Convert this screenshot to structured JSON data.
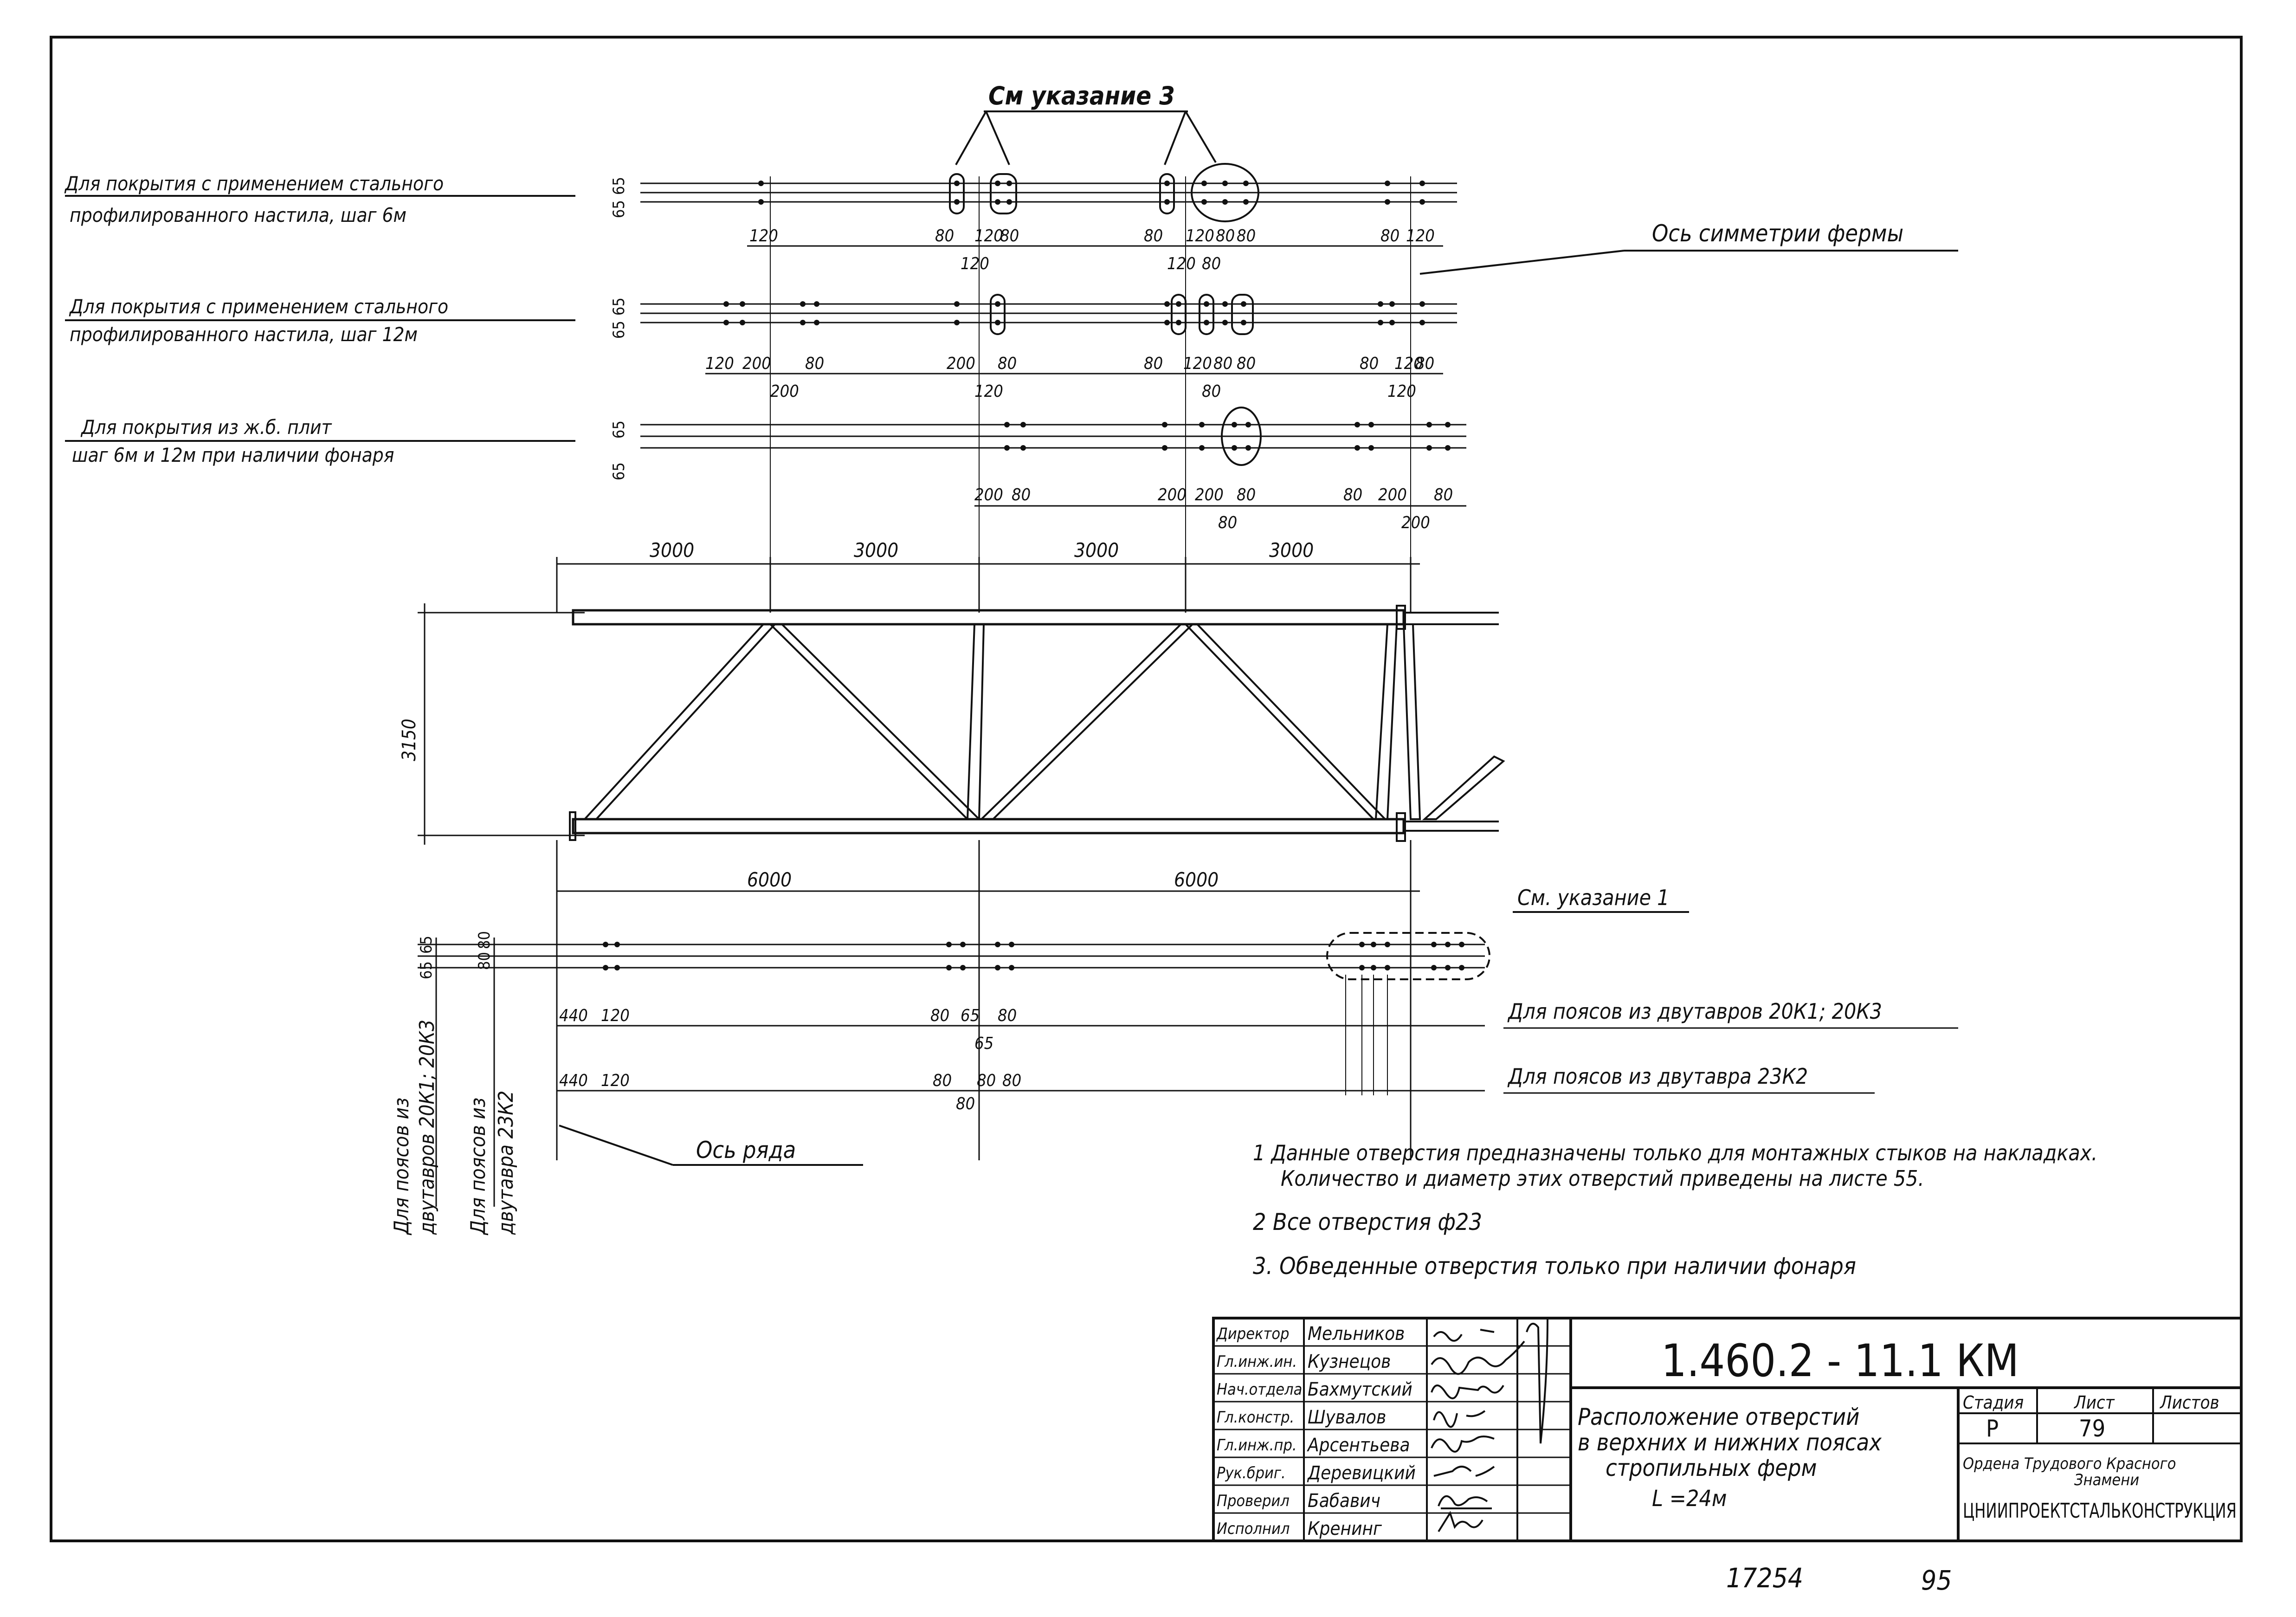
{
  "drawing": {
    "note_top_ref": "См указание 3",
    "symmetry_axis_label": "Ось симметрии фермы",
    "row_axis_label": "Ось ряда",
    "note_bottom_ref": "См. указание 1",
    "upper_rows": [
      {
        "label_line1": "Для покрытия с применением стального",
        "label_line2": "профилированного настила, шаг 6м",
        "dims": [
          "65",
          "65",
          "120",
          "80",
          "120",
          "80",
          "120",
          "80",
          "120",
          "80",
          "80",
          "120",
          "80",
          "80",
          "120"
        ]
      },
      {
        "label_line1": "Для покрытия с применением стального",
        "label_line2": "профилированного настила, шаг 12м",
        "dims": [
          "65",
          "65",
          "120",
          "200",
          "80",
          "200",
          "200",
          "80",
          "120",
          "80",
          "80",
          "120",
          "80",
          "80",
          "80",
          "120",
          "80",
          "120"
        ]
      },
      {
        "label_line1": "Для покрытия из ж.б. плит",
        "label_line2": "шаг 6м и 12м при наличии фонаря",
        "dims": [
          "65",
          "65",
          "200",
          "80",
          "200",
          "200",
          "80",
          "80",
          "80",
          "200",
          "80",
          "200"
        ]
      }
    ],
    "top_spans": [
      "3000",
      "3000",
      "3000",
      "3000"
    ],
    "height_dim": "3150",
    "bottom_spans": [
      "6000",
      "6000"
    ],
    "lower_rows": [
      {
        "label": "Для поясов из двутавров 20К1; 20К3",
        "dims": [
          "440",
          "120",
          "80",
          "65",
          "65",
          "80"
        ]
      },
      {
        "label": "Для поясов из двутавра 23К2",
        "dims": [
          "440",
          "120",
          "80",
          "80",
          "80",
          "80"
        ]
      }
    ],
    "left_dims_a": [
      "65",
      "65"
    ],
    "left_dims_b": [
      "80",
      "80"
    ],
    "vertical_label_a_line1": "Для поясов из",
    "vertical_label_a_line2": "двутавров 20К1; 20К3",
    "vertical_label_b_line1": "Для поясов из",
    "vertical_label_b_line2": "двутавра 23К2",
    "notes": [
      "1 Данные отверстия предназначены только для монтажных стыков на накладках.",
      "Количество и диаметр этих отверстий приведены на листе 55.",
      "2 Все отверстия ф23",
      "3. Обведенные отверстия только при наличии фонаря"
    ]
  },
  "title_block": {
    "roles": [
      "Директор",
      "Гл.инж.ин.",
      "Нач.отдела",
      "Гл.констр.",
      "Гл.инж.пр.",
      "Рук.бриг.",
      "Проверил",
      "Исполнил"
    ],
    "names": [
      "Мельников",
      "Кузнецов",
      "Бахмутский",
      "Шувалов",
      "Арсентьева",
      "Деревицкий",
      "Бабавич",
      "Кренинг"
    ],
    "code": "1.460.2 - 11.1 КМ",
    "title_lines": [
      "Расположение отверстий",
      "в верхних и нижних поясах",
      "стропильных ферм",
      "L =24м"
    ],
    "stage_header": "Стадия",
    "sheet_header": "Лист",
    "sheets_header": "Листов",
    "stage_value": "Р",
    "sheet_value": "79",
    "sheets_value": "",
    "org_line1": "Ордена Трудового Красного",
    "org_line2": "Знамени",
    "org_name": "ЦНИИПРОЕКТСТАЛЬКОНСТРУКЦИЯ"
  },
  "footer": {
    "inventory_number": "17254",
    "page_number": "95"
  }
}
